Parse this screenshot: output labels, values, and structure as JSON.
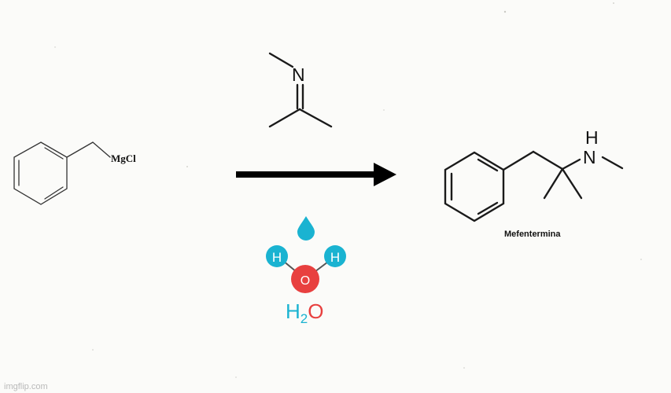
{
  "reagent": {
    "substituent_label": "MgCl"
  },
  "imine": {
    "nitrogen_label": "N"
  },
  "water": {
    "hydrogen_label_left": "H",
    "hydrogen_label_right": "H",
    "oxygen_label": "O",
    "formula_h": "H",
    "formula_subscript": "2",
    "formula_o": "O"
  },
  "product": {
    "nh_h_label": "H",
    "nh_n_label": "N",
    "name": "Mefentermina"
  },
  "watermark": "imgflip.com",
  "colors": {
    "water_hydrogen": "#1ab3d1",
    "water_oxygen": "#e8403f",
    "arrow": "#000000"
  }
}
